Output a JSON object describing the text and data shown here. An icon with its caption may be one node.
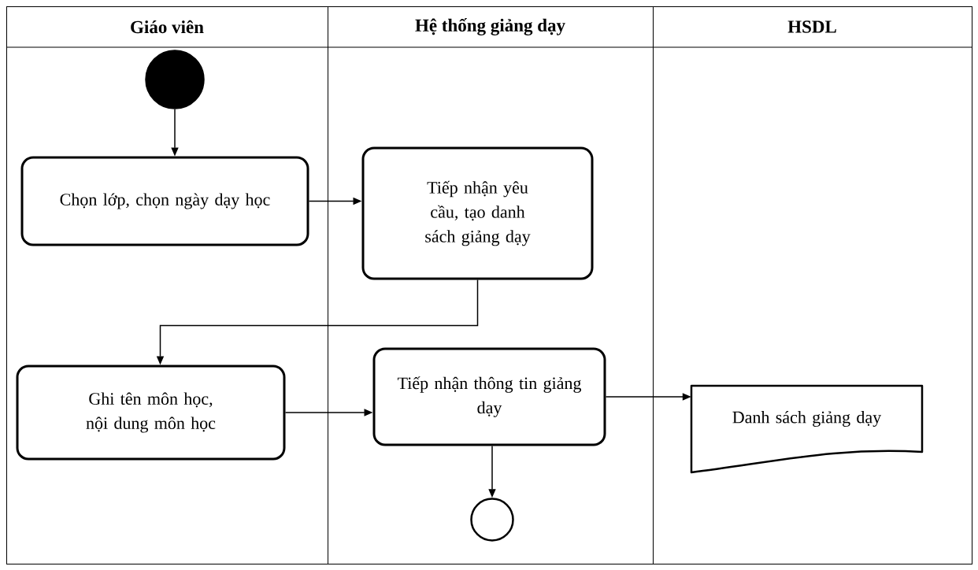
{
  "diagram": {
    "nodes": [
      {
        "text": [
          "Giáo viên"
        ]
      },
      {
        "text": [
          "Hệ thống giảng dạy"
        ]
      },
      {
        "text": [
          "HSDL"
        ]
      },
      {
        "text": [],
        "shape": "circle",
        "in": 0
      },
      {
        "text": [
          "Chọn lớp, chọn ngày dạy học"
        ],
        "in": 0
      },
      {
        "text": [
          "Tiếp nhận yêu cầu, tạo danh sách giảng dạy"
        ],
        "in": 1
      },
      {
        "text": [
          "Ghi tên môn học, nội dung môn học"
        ],
        "in": 0
      },
      {
        "text": [
          "Tiếp nhận thông tin giảng dạy"
        ],
        "in": 1
      },
      {
        "text": [
          "Danh sách giảng dạy"
        ],
        "in": 2
      },
      {
        "text": [],
        "shape": "circle",
        "in": 1
      }
    ],
    "edges": [
      {
        "from": 3,
        "to": 4,
        "arrow": "to"
      },
      {
        "from": 4,
        "to": 5,
        "arrow": "to"
      },
      {
        "from": 5,
        "to": 6,
        "arrow": "to"
      },
      {
        "from": 6,
        "to": 7,
        "arrow": "to"
      },
      {
        "from": 7,
        "to": 8,
        "arrow": "to"
      },
      {
        "from": 7,
        "to": 9,
        "arrow": "to"
      }
    ]
  }
}
